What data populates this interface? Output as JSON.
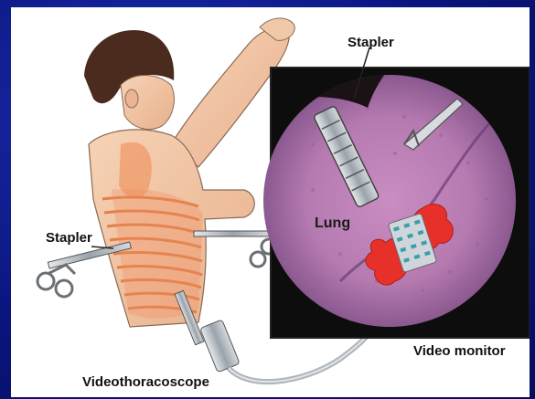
{
  "labels": {
    "stapler_top": "Stapler",
    "stapler_left": "Stapler",
    "lung": "Lung",
    "video_monitor": "Video monitor",
    "videothoracoscope": "Videothoracoscope"
  },
  "colors": {
    "background": "#0b1a8c",
    "skin": "#f2c6a4",
    "ribs": "#f08a5a",
    "lung_tissue": "#b77ab0",
    "vessel": "#e8302a",
    "monitor_frame": "#0d0d0d"
  }
}
